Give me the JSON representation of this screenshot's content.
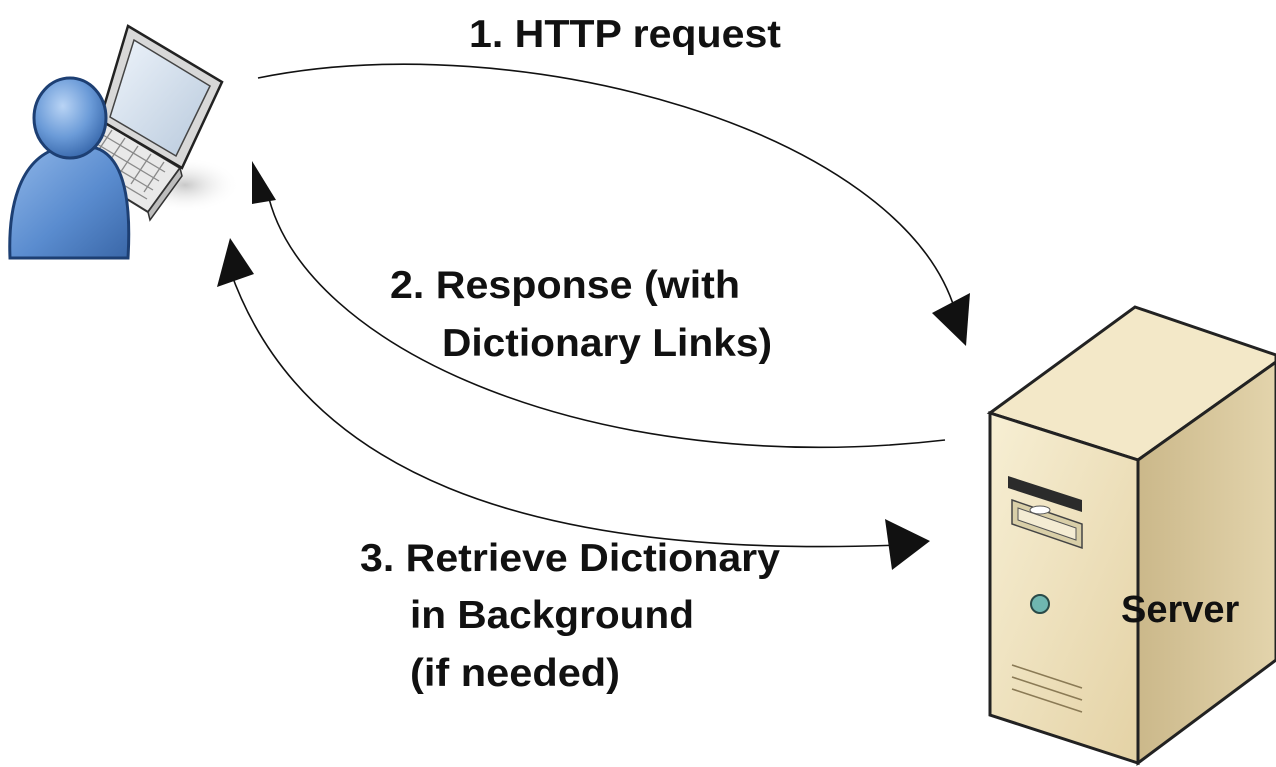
{
  "steps": {
    "step1": "1. HTTP request",
    "step2_line1": "2. Response (with",
    "step2_line2": "Dictionary Links)",
    "step3_line1": "3. Retrieve Dictionary",
    "step3_line2": "in Background",
    "step3_line2_b": "(if needed)"
  },
  "server": {
    "label": "Server"
  },
  "icons": {
    "client": "user-with-laptop-icon",
    "server": "server-tower-icon"
  },
  "colors": {
    "person_blue": "#5b8fd1",
    "person_outline": "#1d3f73",
    "server_beige": "#efe2be",
    "server_side": "#c9b98e",
    "arrow": "#111111"
  }
}
